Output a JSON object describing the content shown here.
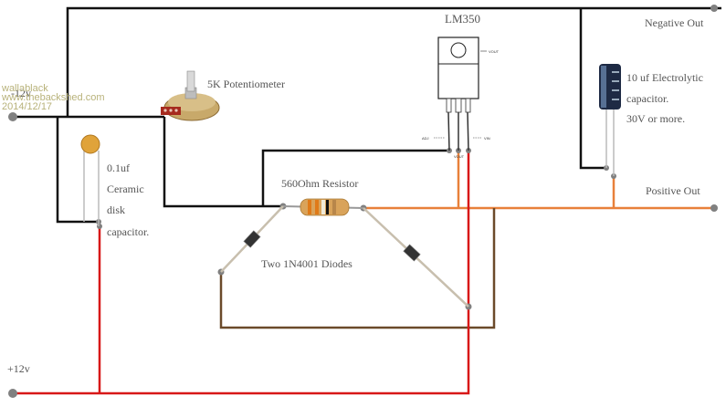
{
  "labels": {
    "neg12": "-12v",
    "pos12": "+12v",
    "negative_out": "Negative Out",
    "positive_out": "Positive Out",
    "regulator": "LM350",
    "pot": "5K Potentiometer",
    "ceramic_1": "0.1uf",
    "ceramic_2": "Ceramic",
    "ceramic_3": "disk",
    "ceramic_4": "capacitor.",
    "electro_1": "10 uf Electrolytic",
    "electro_2": "capacitor.",
    "electro_3": "30V or more.",
    "resistor": "560Ohm Resistor",
    "diodes": "Two 1N4001  Diodes",
    "pin_adj": "ADJ",
    "pin_vout": "VOUT",
    "pin_vin": "VIN",
    "pin_vout_tab": "VOUT"
  },
  "watermark": {
    "line1": "wallablack",
    "line2": "www.thebackshed.com",
    "line3": "2014/12/17"
  },
  "colors": {
    "negative_wire": "#111111",
    "positive_out_wire": "#e8803a",
    "input_wire": "#d81818",
    "diode_loop_wire": "#6b4a2a",
    "terminal": "#808080"
  }
}
